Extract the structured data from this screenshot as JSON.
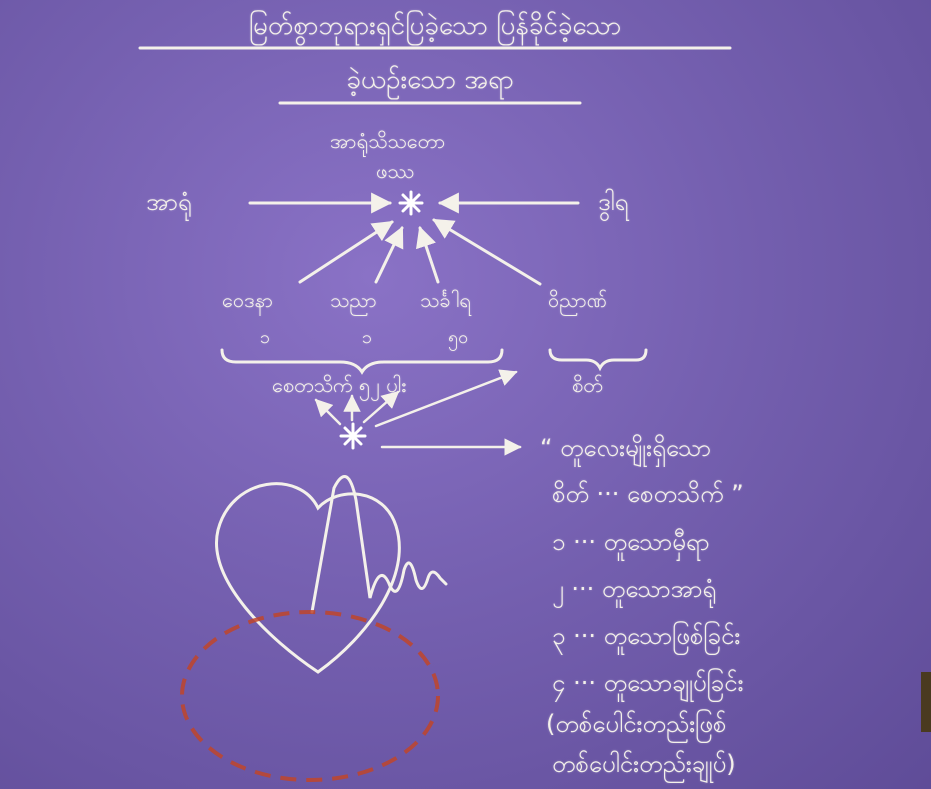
{
  "title": {
    "line1": "မြတ်စွာဘုရားရှင်ပြခဲ့သော ပြန်ခိုင်ခဲ့သော",
    "line2": "ခဲ့ယဥ်းသော အရာ"
  },
  "diagram": {
    "center_caption_1": "အာရုံသိသတော",
    "center_caption_2": "ဖဿ",
    "left_label": "အာရုံ",
    "right_label": "ဒွါရ",
    "nodes": [
      {
        "label": "ဝေဒနာ",
        "count": "၁"
      },
      {
        "label": "သညာ",
        "count": "၁"
      },
      {
        "label": "သင်္ခါရ",
        "count": "၅၀"
      },
      {
        "label": "ဝိညာဏ်",
        "count": ""
      }
    ],
    "group_label_left": "စေတသိက် ၅၂ ပါး",
    "group_label_right": "စိတ်"
  },
  "right_panel": {
    "quote_line1": "“ တူလေးမျိုးရှိသော",
    "quote_line2": "စိတ် ··· စေတသိက် ”",
    "items": [
      "၁ ··· တူသောမှီရာ",
      "၂ ··· တူသောအာရုံ",
      "၃ ··· တူသောဖြစ်ခြင်း",
      "၄ ··· တူသောချုပ်ခြင်း"
    ],
    "paren_line1": "(တစ်ပေါင်းတည်းဖြစ်",
    "paren_line2": "တစ်ပေါင်းတည်းချုပ်)"
  },
  "colors": {
    "background": "#7560b0",
    "chalk": "#f4f1ea",
    "ellipse": "#c0452a"
  },
  "icons": [
    "star-burst-icon",
    "heart-outline-icon",
    "ecg-wave-icon"
  ]
}
